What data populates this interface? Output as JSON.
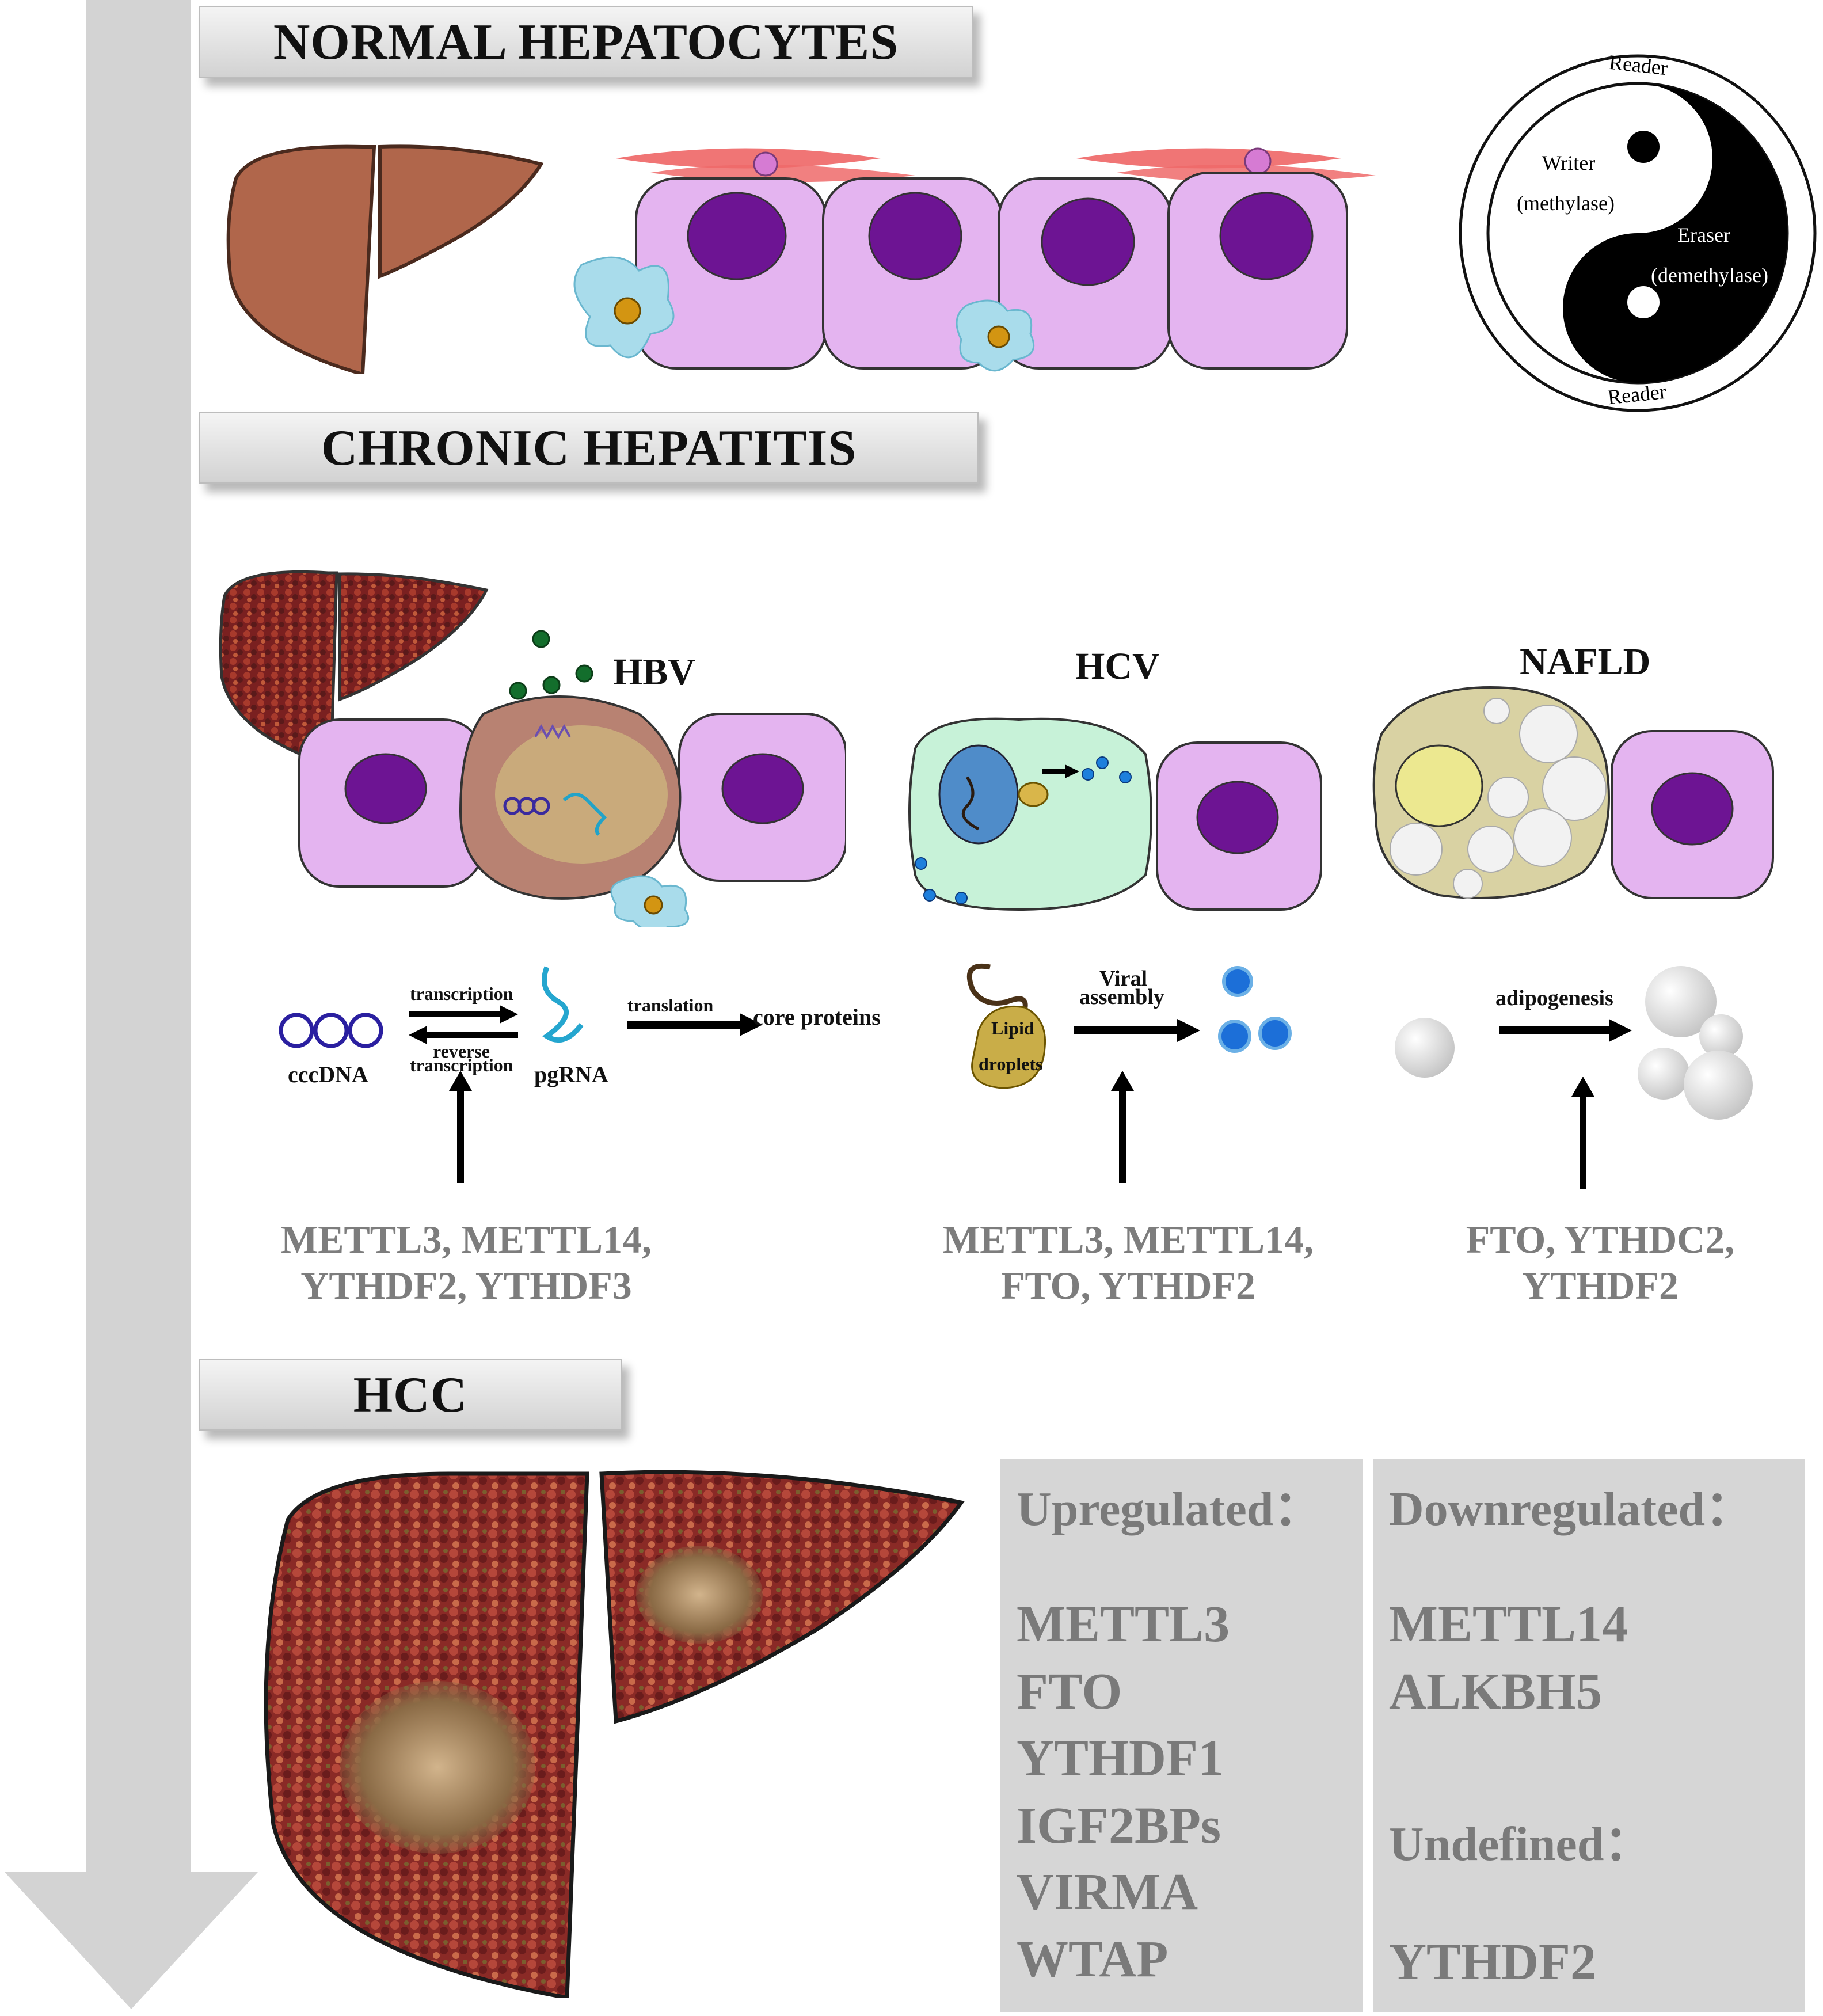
{
  "stages": {
    "normal": "NORMAL HEPATOCYTES",
    "chronic": "CHRONIC HEPATITIS",
    "hcc": "HCC"
  },
  "yinyang": {
    "reader_top": "Reader",
    "reader_bottom": "Reader",
    "writer": "Writer",
    "writer_sub": "(methylase)",
    "eraser": "Eraser",
    "eraser_sub": "(demethylase)"
  },
  "diseases": {
    "hbv": "HBV",
    "hcv": "HCV",
    "nafld": "NAFLD"
  },
  "hbv_pathway": {
    "cccdna": "cccDNA",
    "transcription": "transcription",
    "reverse_1": "reverse",
    "reverse_2": "transcription",
    "pgrna": "pgRNA",
    "translation": "translation",
    "core": "core proteins",
    "enzymes_1": "METTL3, METTL14,",
    "enzymes_2": "YTHDF2, YTHDF3"
  },
  "hcv_pathway": {
    "lipid_1": "Lipid",
    "lipid_2": "droplets",
    "viral_1": "Viral",
    "viral_2": "assembly",
    "enzymes_1": "METTL3, METTL14,",
    "enzymes_2": "FTO, YTHDF2"
  },
  "nafld_pathway": {
    "adipogenesis": "adipogenesis",
    "enzymes_1": "FTO, YTHDC2,",
    "enzymes_2": "YTHDF2"
  },
  "hcc_panels": {
    "up_title": "Upregulated：",
    "up_items": [
      "METTL3",
      "FTO",
      "YTHDF1",
      "IGF2BPs",
      "VIRMA",
      "WTAP"
    ],
    "down_title": "Downregulated：",
    "down_items": [
      "METTL14",
      "ALKBH5"
    ],
    "undefined_title": "Undefined：",
    "undefined_items": [
      "YTHDF2"
    ]
  },
  "colors": {
    "arrow_gray": "#d3d3d3",
    "liver_brown": "#b0664b",
    "cell_pink": "#e4b4f0",
    "nucleus_purple": "#6d1493",
    "hcv_cell": "#c7f2d8",
    "nafld_cell": "#d9d2a3",
    "panel_gray": "#d6d6d6",
    "enzyme_text": "#7d7d7d"
  }
}
